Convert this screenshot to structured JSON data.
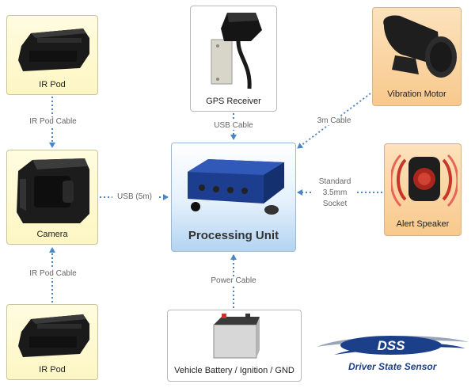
{
  "components": {
    "ir_pod_top": "IR Pod",
    "camera": "Camera",
    "ir_pod_bottom": "IR Pod",
    "gps": "GPS Receiver",
    "vibration": "Vibration Motor",
    "alert": "Alert Speaker",
    "processing": "Processing Unit",
    "battery": "Vehicle Battery / Ignition / GND"
  },
  "cables": {
    "ir_top": "IR Pod Cable",
    "ir_bottom": "IR Pod Cable",
    "usb5m": "USB (5m)",
    "gps_usb": "USB Cable",
    "vib": "3m Cable",
    "alert_line1": "Standard",
    "alert_line2": "3.5mm",
    "alert_line3": "Socket",
    "power": "Power Cable"
  },
  "logo": {
    "mark": "DSS",
    "tagline": "Driver State Sensor"
  },
  "colors": {
    "connector": "#4a86c6",
    "logo_blue": "#1c3f8a"
  },
  "icons": [
    "ir-pod-icon",
    "camera-icon",
    "gps-receiver-icon",
    "vibration-motor-icon",
    "alert-speaker-icon",
    "processing-unit-icon",
    "battery-icon"
  ]
}
